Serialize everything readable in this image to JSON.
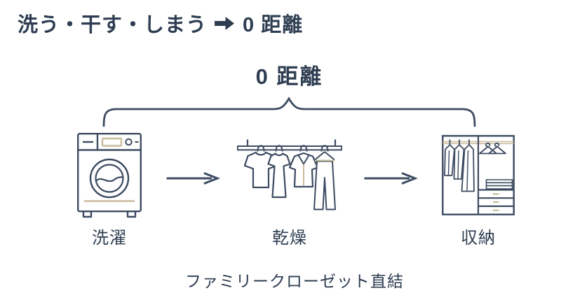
{
  "colors": {
    "text_navy": "#2e3d51",
    "icon_outline": "#3d4b61",
    "icon_accent_tan": "#c9bc9b",
    "background": "#ffffff"
  },
  "header": {
    "title_steps": "洗う・干す・しまう",
    "title_arrow_icon": "right-arrow",
    "title_result": "0 距離"
  },
  "diagram": {
    "zero_distance_label": "0 距離",
    "steps": [
      {
        "label": "洗濯",
        "icon": "washing-machine"
      },
      {
        "label": "乾燥",
        "icon": "laundry-drying-rack"
      },
      {
        "label": "収納",
        "icon": "wardrobe-closet"
      }
    ],
    "caption": "ファミリークローゼット直結"
  }
}
